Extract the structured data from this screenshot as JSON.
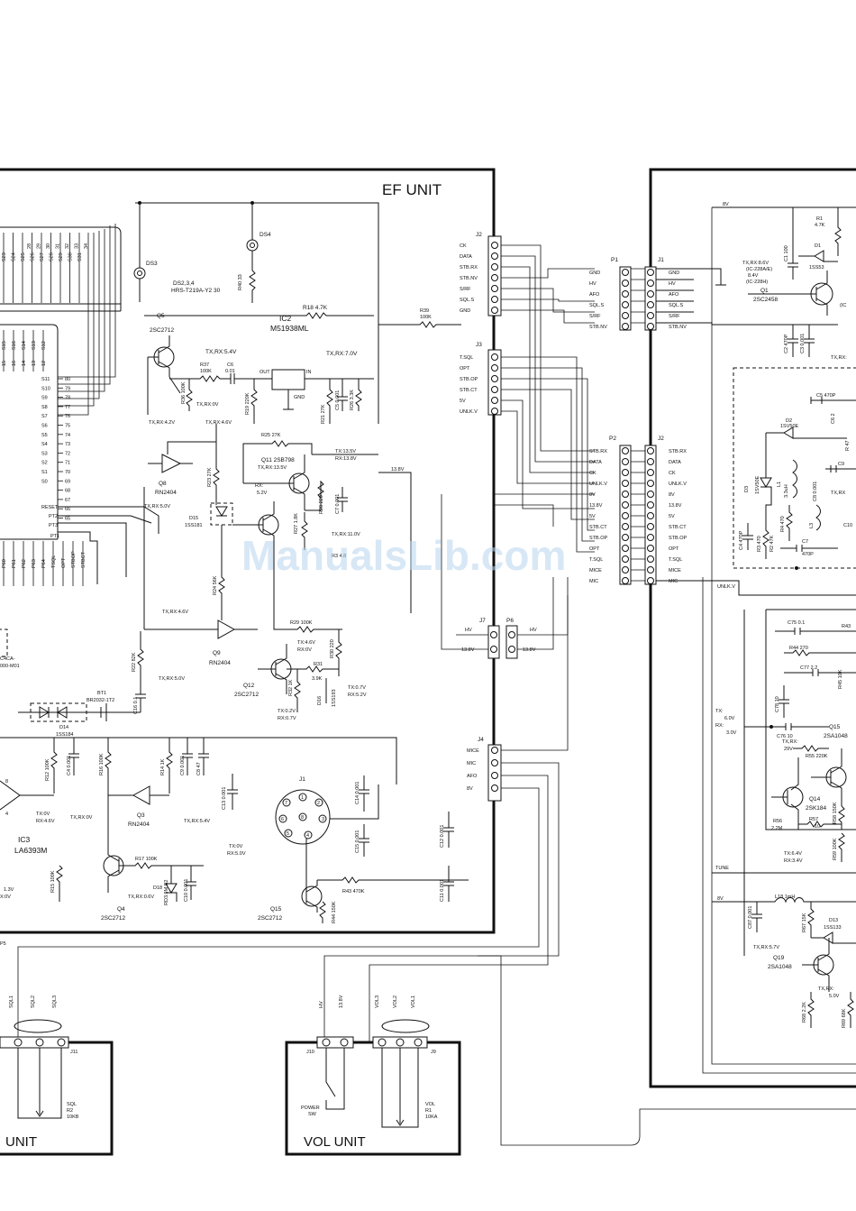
{
  "watermark": "ManualsLib.com",
  "units": {
    "ef": "EF UNIT",
    "sql": "UNIT",
    "vol": "VOL UNIT"
  },
  "connectors": {
    "j2_top": {
      "name": "J2",
      "pins": [
        "CK",
        "DATA",
        "STB.RX",
        "STB.NV",
        "S/RF",
        "SQL.S",
        "GND"
      ]
    },
    "j3": {
      "name": "J3",
      "pins": [
        "T.SQL",
        "OPT",
        "STB.OP",
        "STB.CT",
        "5V",
        "UNLK.V"
      ]
    },
    "p1": {
      "name": "P1",
      "pins": [
        "GND",
        "HV",
        "AFO",
        "SQL.S",
        "S/RF",
        "STB.NV"
      ]
    },
    "j1_right": {
      "name": "J1",
      "pins": [
        "GND",
        "HV",
        "AFO",
        "SQL.S",
        "S/RF",
        "STB.NV"
      ]
    },
    "p2": {
      "name": "P2",
      "pins": [
        "STB.RX",
        "DATA",
        "CK",
        "UNLK.V",
        "8V",
        "13.8V",
        "5V",
        "STB.CT",
        "STB.OP",
        "OPT",
        "T.SQL",
        "MICE",
        "MIC"
      ]
    },
    "j2_right": {
      "name": "J2",
      "pins": [
        "STB.RX",
        "DATA",
        "CK",
        "UNLK.V",
        "8V",
        "13.8V",
        "5V",
        "STB.CT",
        "STB.OP",
        "OPT",
        "T.SQL",
        "MICE",
        "MIC"
      ]
    },
    "j7": {
      "name": "J7",
      "pins": [
        "HV",
        "13.8V"
      ]
    },
    "p6": {
      "name": "P6",
      "pins": [
        "HV",
        "13.8V"
      ]
    },
    "j4": {
      "name": "J4",
      "pins": [
        "MICE",
        "MIC",
        "AFO",
        "8V"
      ]
    },
    "j11": {
      "name": "J11",
      "pins": [
        "SQL1",
        "SQL2",
        "SQL3"
      ]
    },
    "j10": {
      "name": "J10",
      "pins": [
        "HV",
        "13.8V"
      ]
    },
    "j9": {
      "name": "J9",
      "pins": [
        "VOL3",
        "VOL2",
        "VOL1"
      ]
    }
  },
  "lcd_segments": {
    "top_upper": [
      "S23",
      "S24",
      "S25",
      "S26",
      "S27",
      "S28",
      "S29",
      "S30",
      "S31"
    ],
    "top_lower": [
      "28",
      "29",
      "30",
      "31",
      "32",
      "33",
      "34"
    ],
    "left_cols": [
      "S15",
      "S16",
      "S14",
      "S13",
      "S12"
    ],
    "left_nums": [
      "15",
      "16",
      "14",
      "13",
      "12"
    ],
    "seg_names": [
      "S11",
      "S10",
      "S9",
      "S8",
      "S7",
      "S6",
      "S5",
      "S4",
      "S3",
      "S2",
      "S1",
      "S0"
    ],
    "seg_pins": [
      "80",
      "79",
      "78",
      "77",
      "76",
      "75",
      "74",
      "73",
      "72",
      "71",
      "70",
      "69",
      "68",
      "67",
      "66",
      "65"
    ],
    "ports": [
      "RESET",
      "PT2",
      "PT3",
      "PT1"
    ],
    "bottom": [
      "P60",
      "P61",
      "P62",
      "P63",
      "P64",
      "TSQL",
      "OPT",
      "STBOP",
      "STBCT"
    ]
  },
  "ef_labels": {
    "ds_note": "DS2,3,4\nHRS-T219A-Y2 30",
    "ds_note_line1": "DS2,3,4",
    "ds_note_line2": "HRS-T219A-Y2 30",
    "ds3": "DS3",
    "ds4": "DS4",
    "r40": "R40 33",
    "r18": "R18 4.7K",
    "ic2": "IC2",
    "ic2_part": "M51938ML",
    "ic2_out": "OUT",
    "ic2_in": "IN",
    "ic2_gnd": "GND",
    "q5": "Q5",
    "q5_part": "2SC2712",
    "txrx_54": "TX,RX:5.4V",
    "txrx_70": "TX,RX:7.0V",
    "r37": "R37",
    "r37_val": "100K",
    "c6": "C6",
    "c6_val": "0.01",
    "r36": "R36 100K",
    "r19": "R19 220K",
    "txrx_0v": "TX,RX:0V",
    "txrx_42": "TX,RX:4.2V",
    "txrx_46": "TX,RX:4.6V",
    "r21": "R21 27K",
    "c5": "C5 0.001",
    "r26": "R26 3.3K",
    "r39": "R39",
    "r39_val": "100K",
    "r25": "R25 27K",
    "q11": "Q11 2SB798",
    "q11_v": "TX,RX:13.5V",
    "q8": "Q8",
    "q8_part": "RN2404",
    "r23": "R23 27K",
    "rx_52": "RX:",
    "rx_52_v": "5.2V",
    "txrx_50": "TX,RX:5.0V",
    "d15": "D15",
    "d15_part": "1SS181",
    "r24": "R24 56K",
    "tx135": "TX:13.5V",
    "rx138": "RX:13.8V",
    "v138": "13.8V",
    "r28": "R28 220",
    "c7": "C7 0.001",
    "r27": "R27 1.8K",
    "txrx_110": "TX,RX:11.0V",
    "r3": "R3 4.8",
    "txrx_46b": "TX,RX:4.6V",
    "q9": "Q9",
    "q9_part": "RN2404",
    "r29": "R29 100K",
    "q12_v1": "TX:4.6V",
    "q12_v2": "RX:0V",
    "r30": "R30 220",
    "r31": "R31",
    "r31_val": "3.9K",
    "q12": "Q12",
    "q12_part": "2SC2712",
    "r32": "R32 1K",
    "q12_v3": "TX:0.2V",
    "q12_v4": "RX:0.7V",
    "d16": "D16",
    "d16_part": "1SS193",
    "d16_v1": "TX:0.7V",
    "d16_v2": "RX:5.2V",
    "r22": "R22 82K",
    "c16": "C16 0.1",
    "txrx_50b": "TX,RX:5.0V",
    "bt1": "BT1",
    "bt1_part": "BR2032-1T2",
    "d14": "D14",
    "d14_part": "1SS184",
    "c4ca": "C4CA-",
    "c4ca_2": "000-M01",
    "r12": "R12 100K",
    "c4": "C4 0.001",
    "r16": "R16 100K",
    "r14": "R14 1K",
    "c9": "C9 0.001",
    "c8": "C8 47",
    "c13": "C13 0.001",
    "q3": "Q3",
    "q3_part": "RN2404",
    "txrx_0vb": "TX,RX:0V",
    "txrx_54b": "TX,RX:5.4V",
    "ic3_tx": "TX:0V",
    "ic3_rx": "RX:4.6V",
    "ic3": "IC3",
    "ic3_part": "LA6393M",
    "r15": "R15 100K",
    "r17": "R17 100K",
    "d18": "D18",
    "d18_part": "RD3.9M B2",
    "c10": "C10 0.001",
    "q4": "Q4",
    "q4_part": "2SC2712",
    "q4_v": "TX,RX:0.6V",
    "v13": "1.3V",
    "v0": "X:0V",
    "j1_tx": "TX:0V",
    "j1_rx": "RX:5.0V",
    "j1": "J1",
    "c14": "C14 0.001",
    "c15": "C15 0.001",
    "c12": "C12 0.001",
    "c11": "C11 0.001",
    "q15": "Q15",
    "q15_part": "2SC2712",
    "r44": "R44 150K",
    "r43": "R43 470K",
    "p5": "P5"
  },
  "sql_unit": {
    "sql": "SQL",
    "r2": "R2",
    "val": "10KB"
  },
  "vol_unit": {
    "power": "POWER",
    "sw": "SW",
    "vol": "VOL",
    "r1": "R1",
    "val": "10KA"
  },
  "right_labels": {
    "v8": "8V",
    "r1": "R1",
    "r1_val": "4.7K",
    "c1": "C1 100",
    "d1": "D1",
    "d1_part": "1SS53",
    "q1_v1": "TX,RX:8.6V",
    "q1_v2": "(IC-228A/E)",
    "q1_v3": "8.4V",
    "q1_v4": "(IC-228H)",
    "q1": "Q1",
    "q1_part": "2SC2458",
    "ic_ref": "(IC",
    "c2": "C2 470P",
    "c3": "C3 0.001",
    "txrx": "TX,RX:",
    "c5": "C5 470P",
    "c6": "C6 2",
    "d2": "D2",
    "d2_part": "1SV50E",
    "d3": "D3",
    "d3_part": "1SV50E",
    "l1": "L1",
    "l1_val": "3.3uH",
    "c9": "C9",
    "c8": "C8 0.001",
    "r47": "R 47",
    "txrx2": "TX,RX",
    "c4": "C4 470P",
    "r3": "R3 470",
    "r2": "R2 47K",
    "r4": "R4 470",
    "l3": "L3",
    "c7": "C7",
    "c7_val": "470P",
    "c10": "C10",
    "unlk": "UNLK.V",
    "c75": "C75 0.1",
    "r43": "R43",
    "r44": "R44 270",
    "c77": "C77 2.2",
    "r45": "R45 10K",
    "c78": "C78 10",
    "tx60": "TX:",
    "tx60_v": "6.0V",
    "rx30": "RX:",
    "rx30_v": "3.0V",
    "c76": "C76 10",
    "q15": "Q15",
    "q15_part": "2SA1048",
    "txrx29": "TX,RX:",
    "v29": "29V",
    "r55": "R55 220K",
    "q14": "Q14",
    "q14_part": "2SK184",
    "r56": "R56",
    "r56_val": "2.2M",
    "r57": "R57",
    "r57_val": "10",
    "r58": "R58 150K",
    "r59": "R59 100K",
    "tx64": "TX:6.4V",
    "rx34": "RX:3.4V",
    "tune": "TUNE",
    "l18": "L18 1mH",
    "c87": "C87 0.001",
    "r67": "R67 15K",
    "d13": "D13",
    "d13_part": "1SS133",
    "txrx57": "TX,RX:5.7V",
    "q19": "Q19",
    "q19_part": "2SA1048",
    "txrx_b": "TX,RX:",
    "v50": "5.0V",
    "r68": "R68 2.2K",
    "r69": "R69 68K"
  }
}
